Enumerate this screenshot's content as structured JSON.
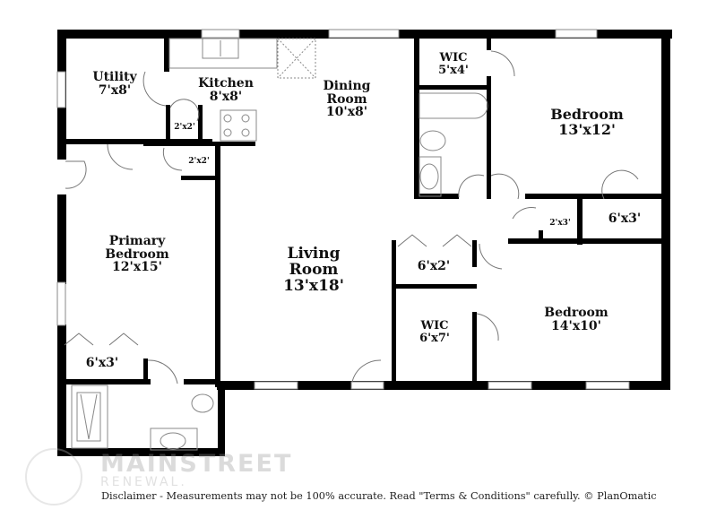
{
  "rooms": [
    {
      "id": "utility",
      "name": "Utility",
      "dims": "7'x8'"
    },
    {
      "id": "kitchen",
      "name": "Kitchen",
      "dims": "8'x8'"
    },
    {
      "id": "pantry",
      "name": "",
      "dims": "2'x2'"
    },
    {
      "id": "closet-hall",
      "name": "",
      "dims": "2'x2'"
    },
    {
      "id": "dining",
      "name": "Dining Room",
      "name_line1": "Dining",
      "name_line2": "Room",
      "dims": "10'x8'"
    },
    {
      "id": "wic-top",
      "name": "WIC",
      "dims": "5'x4'"
    },
    {
      "id": "bedroom-ne",
      "name": "Bedroom",
      "dims": "13'x12'"
    },
    {
      "id": "linen",
      "name": "",
      "dims": "2'x3'"
    },
    {
      "id": "closet-ne",
      "name": "",
      "dims": "6'x3'"
    },
    {
      "id": "primary",
      "name": "Primary Bedroom",
      "name_line1": "Primary",
      "name_line2": "Bedroom",
      "dims": "12'x15'"
    },
    {
      "id": "living",
      "name": "Living Room",
      "name_line1": "Living",
      "name_line2": "Room",
      "dims": "13'x18'"
    },
    {
      "id": "closet-hall2",
      "name": "",
      "dims": "6'x2'"
    },
    {
      "id": "wic-bottom",
      "name": "WIC",
      "dims": "6'x7'"
    },
    {
      "id": "bedroom-se",
      "name": "Bedroom",
      "dims": "14'x10'"
    },
    {
      "id": "closet-primary",
      "name": "",
      "dims": "6'x3'"
    }
  ],
  "watermark": {
    "line1": "MAINSTREET",
    "line2": "RENEWAL."
  },
  "footer": {
    "disclaimer": "Disclaimer - Measurements may not be 100% accurate. Read \"Terms & Conditions\" carefully. © PlanOmatic"
  },
  "colors": {
    "wall": "#000000",
    "fixture": "#888888",
    "background": "#ffffff"
  }
}
